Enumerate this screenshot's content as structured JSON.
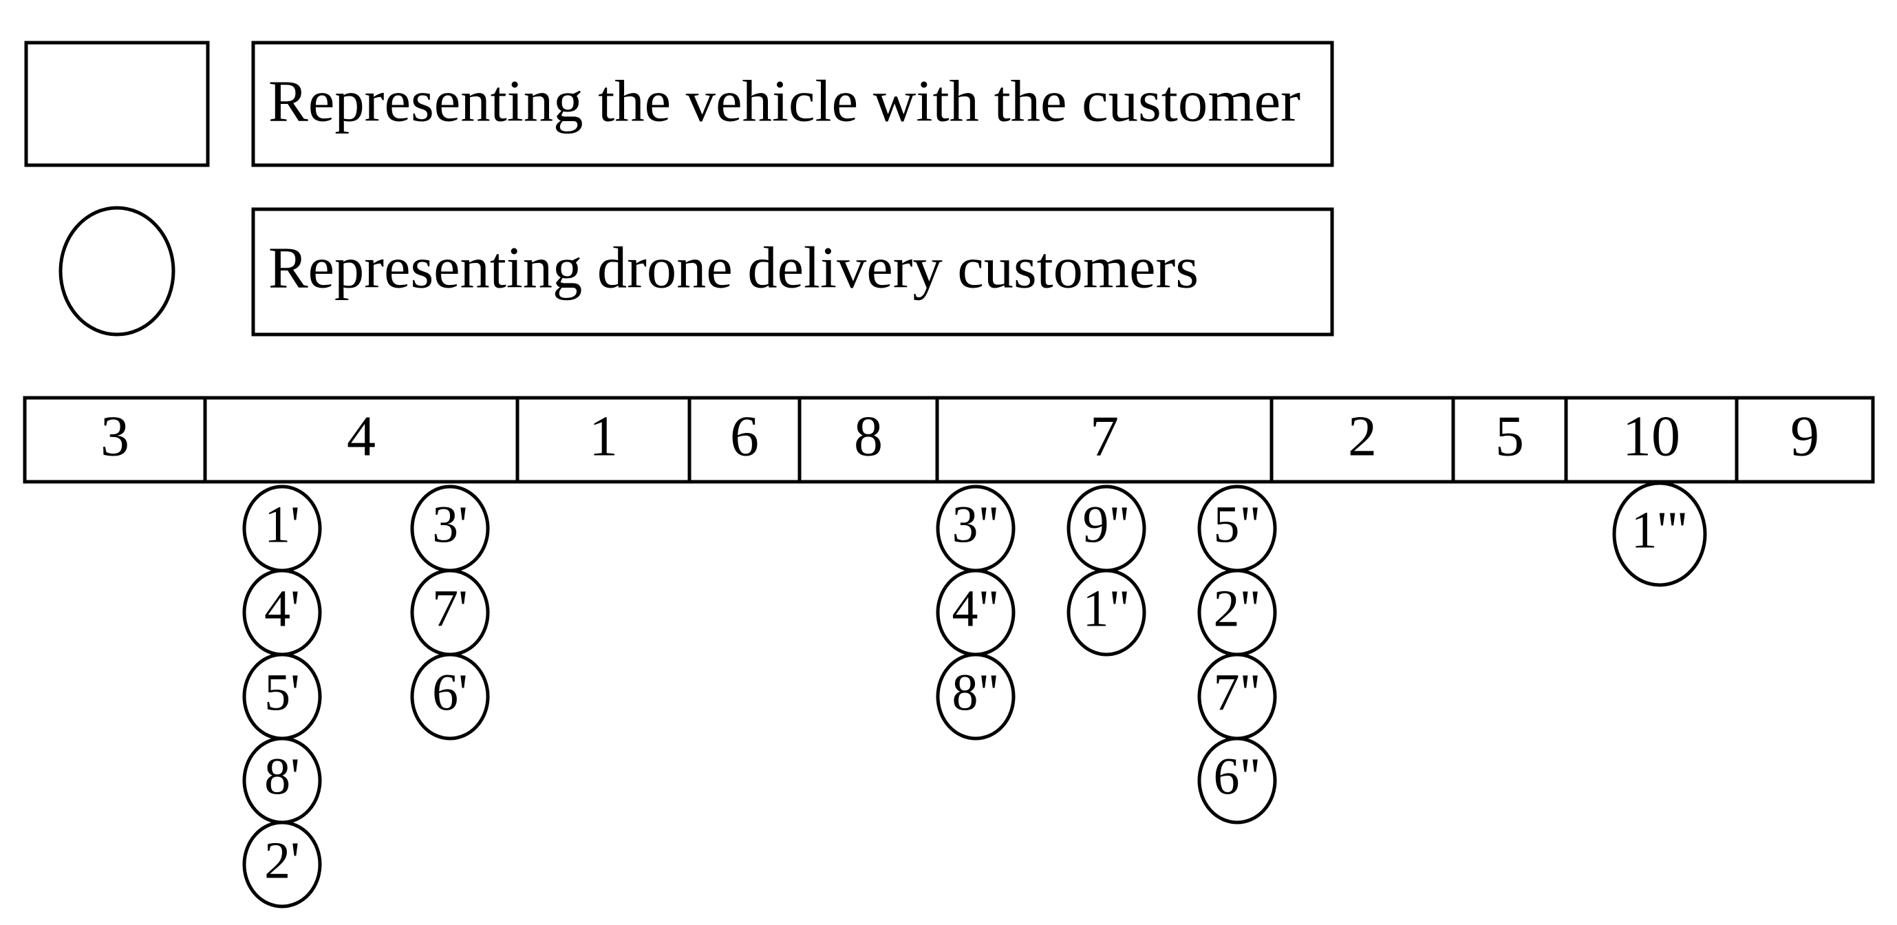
{
  "legend": {
    "vehicle_label": "Representing the vehicle with the customer",
    "drone_label": "Representing drone delivery customers"
  },
  "route": {
    "vehicle_customers": [
      "3",
      "4",
      "1",
      "6",
      "8",
      "7",
      "2",
      "5",
      "10",
      "9"
    ],
    "drone_groups": [
      {
        "vehicle": "4",
        "columns": [
          [
            "1'",
            "4'",
            "5'",
            "8'",
            "2'"
          ],
          [
            "3'",
            "7'",
            "6'"
          ]
        ]
      },
      {
        "vehicle": "7",
        "columns": [
          [
            "3\"",
            "4\"",
            "8\""
          ],
          [
            "9\"",
            "1\""
          ],
          [
            "5\"",
            "2\"",
            "7\"",
            "6\""
          ]
        ]
      },
      {
        "vehicle": "10",
        "columns": [
          [
            "1'\""
          ]
        ]
      }
    ]
  },
  "colors": {
    "stroke": "#000000",
    "fill": "#ffffff"
  }
}
